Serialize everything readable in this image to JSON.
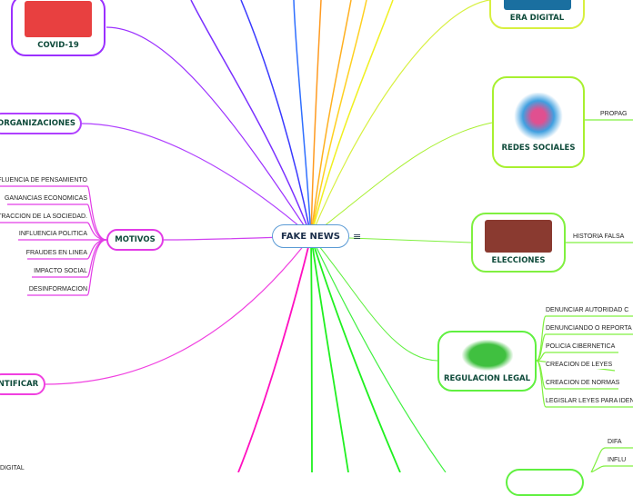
{
  "center": {
    "label": "FAKE NEWS",
    "menu_icon": "hamburger-icon"
  },
  "nodes": {
    "covid": "COVID-19",
    "organizaciones": "ORGANIZACIONES",
    "motivos": "MOTIVOS",
    "identificar": "NTIFICAR",
    "era_digital": "ERA DIGITAL",
    "redes_sociales": "REDES SOCIALES",
    "elecciones": "ELECCIONES",
    "regulacion": "REGULACION LEGAL"
  },
  "motivos_items": [
    "INFLUENCIA DE PENSAMIENTO",
    "GANANCIAS ECONOMICAS",
    "ISTRACCION DE LA SOCIEDAD.",
    "INFLUENCIA POLITICA",
    "FRAUDES EN LINEA",
    "IMPACTO SOCIAL",
    "DESINFORMACION"
  ],
  "redes_items": [
    "PROPAG"
  ],
  "elecciones_items": [
    "HISTORIA FALSA"
  ],
  "regulacion_items": [
    "DENUNCIAR AUTORIDAD C",
    "DENUNCIANDO O REPORTA",
    "POLICIA CIBERNETICA",
    "CREACION DE LEYES",
    "CREACION DE NORMAS",
    "LEGISLAR LEYES PARA IDEN"
  ],
  "bottom_right_items": [
    "DIFA",
    "INFLU"
  ],
  "bottom_left_item": "DIGITAL",
  "colors": {
    "purple": "#9b30ff",
    "magenta": "#e23ce6",
    "green": "#22e022",
    "lime": "#8ef03a",
    "yellow": "#e8f030",
    "blue": "#3060ff",
    "orange": "#ffa020"
  }
}
